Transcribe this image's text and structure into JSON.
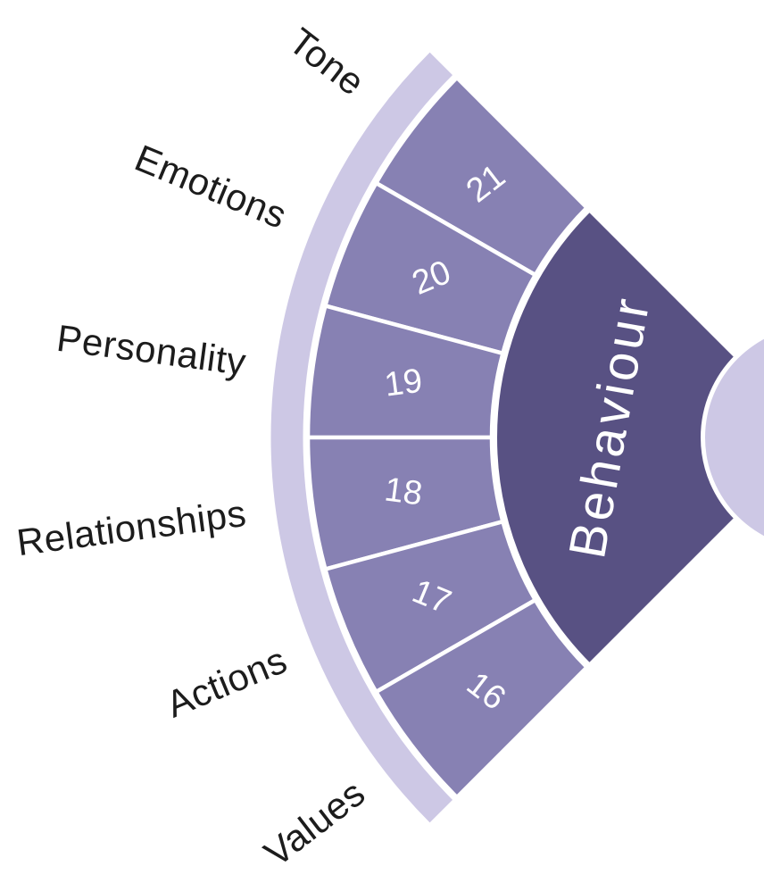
{
  "diagram": {
    "center_wedge": {
      "label": "Behaviour"
    },
    "segments": [
      {
        "number": "21",
        "category": "Tone"
      },
      {
        "number": "20",
        "category": "Emotions"
      },
      {
        "number": "19",
        "category": "Personality"
      },
      {
        "number": "18",
        "category": "Relationships"
      },
      {
        "number": "17",
        "category": "Actions"
      },
      {
        "number": "16",
        "category": "Values"
      }
    ],
    "colors": {
      "background": "#FFFFFF",
      "wedge_fill": "#585183",
      "segment_fill": "#8781B3",
      "outer_band_fill": "#CDC8E5",
      "hub_fill": "#CDC8E5",
      "separator": "#FFFFFF",
      "number_text": "#FFFFFF",
      "wedge_text": "#FFFFFF",
      "category_text": "#1C1C1C"
    }
  }
}
